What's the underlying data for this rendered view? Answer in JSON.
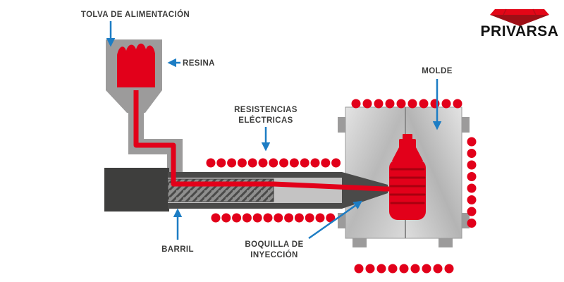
{
  "brand": {
    "name": "PRIVARSA"
  },
  "labels": {
    "hopper": "TOLVA DE ALIMENTACIÓN",
    "resin": "RESINA",
    "heaters_1": "RESISTENCIAS",
    "heaters_2": "ELÉCTRICAS",
    "mold": "MOLDE",
    "barrel": "BARRIL",
    "nozzle_1": "BOQUILLA DE",
    "nozzle_2": "INYECCIÓN"
  },
  "colors": {
    "red": "#e2001a",
    "red_dark": "#a8000f",
    "blue_arrow": "#1d7dc4",
    "gray": "#9c9b9b",
    "dark_gray": "#3e3e3d",
    "plate_light": "#e0e0e0",
    "plate_dark": "#a8a8a8",
    "text": "#3c3c3b"
  },
  "diagram": {
    "type": "injection-molding-machine",
    "parts": [
      "feed-hopper",
      "resin",
      "barrel",
      "screw",
      "electric-heaters",
      "injection-nozzle",
      "mold",
      "bottle-part"
    ]
  }
}
